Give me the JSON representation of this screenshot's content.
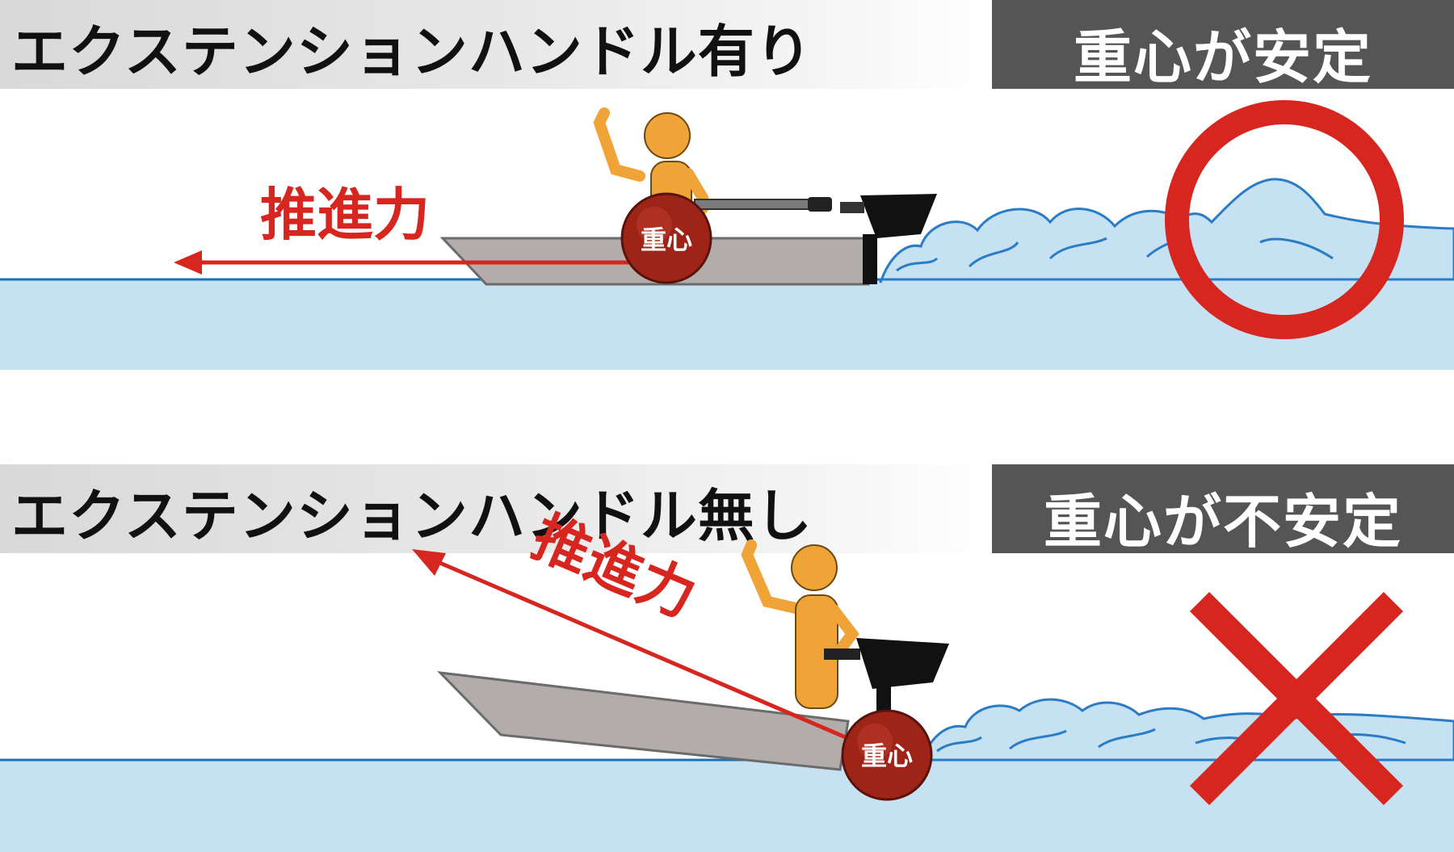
{
  "top": {
    "title": "エクステンションハンドル有り",
    "verdict": "重心が安定",
    "thrust_label": "推進力",
    "cg_label": "重心",
    "result_symbol": "circle"
  },
  "bottom": {
    "title": "エクステンションハンドル無し",
    "verdict": "重心が不安定",
    "thrust_label": "推進力",
    "cg_label": "重心",
    "result_symbol": "cross"
  },
  "colors": {
    "water": "#c5e1f2",
    "waterline": "#1f6fb5",
    "boat": "#b2adaa",
    "person": "#f0a336",
    "thrust": "#d6261f",
    "cg_ball": "#9e2418",
    "verdict_bg": "#555555",
    "result_mark": "#d6261f"
  }
}
